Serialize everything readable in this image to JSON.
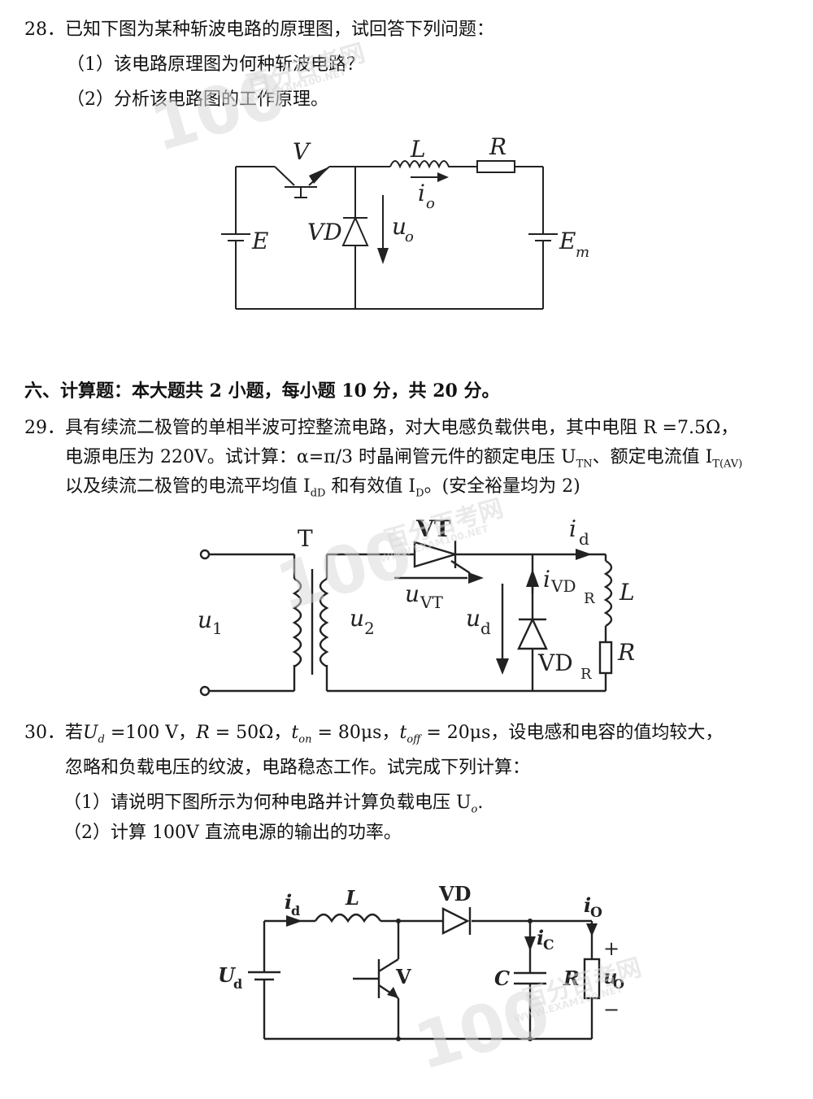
{
  "q28": {
    "stem": "28．已知下图为某种斩波电路的原理图，试回答下列问题：",
    "sub1": "（1）该电路原理图为何种斩波电路？",
    "sub2": "（2）分析该电路图的工作原理。",
    "labels": {
      "V": "V",
      "L": "L",
      "R": "R",
      "io": "i",
      "io_sub": "o",
      "VD": "VD",
      "uo": "u",
      "uo_sub": "o",
      "E": "E",
      "Em": "E",
      "Em_sub": "m"
    }
  },
  "section6": {
    "title": "六、计算题：本大题共 2 小题，每小题 10 分，共 20 分。"
  },
  "q29": {
    "line1": "29．具有续流二极管的单相半波可控整流电路，对大电感负载供电，其中电阻 R =7.5Ω，",
    "line2": "电源电压为 220V。试计算：α=π/3 时晶闸管元件的额定电压 U",
    "line2_sub1": "TN",
    "line2_mid": "、额定电流值 I",
    "line2_sub2": "T(AV)",
    "line3": "以及续流二极管的电流平均值 I",
    "line3_sub1": "dD",
    "line3_mid": " 和有效值 I",
    "line3_sub2": "D",
    "line3_end": "。(安全裕量均为 2)",
    "labels": {
      "T": "T",
      "VT": "VT",
      "id": "i",
      "id_sub": "d",
      "iVDR": "i",
      "iVDR_sub": "VD",
      "iVDR_subsub": "R",
      "L": "L",
      "u1": "u",
      "u1_sub": "1",
      "u2": "u",
      "u2_sub": "2",
      "uVT": "u",
      "uVT_sub": "VT",
      "ud": "u",
      "ud_sub": "d",
      "VDR": "VD",
      "VDR_sub": "R",
      "R": "R"
    }
  },
  "q30": {
    "stem_prefix": "30．若",
    "stem_ud": "U",
    "stem_ud_sub": "d",
    "stem_ud_val": " =100 V，",
    "stem_R": "R",
    "stem_R_val": " = 50Ω，",
    "stem_ton": "t",
    "stem_ton_sub": "on",
    "stem_ton_val": " = 80μs，",
    "stem_toff": "t",
    "stem_toff_sub": "off",
    "stem_toff_val": " = 20μs，设电感和电容的值均较大，",
    "line2": "忽略和负载电压的纹波，电路稳态工作。试完成下列计算：",
    "sub1": "（1）请说明下图所示为何种电路并计算负载电压 U",
    "sub1_sub": "o",
    "sub1_end": ".",
    "sub2": "（2）计算 100V 直流电源的输出的功率。",
    "labels": {
      "id": "i",
      "id_sub": "d",
      "L": "L",
      "VD": "VD",
      "io": "i",
      "io_sub": "O",
      "ic": "i",
      "ic_sub": "C",
      "Ud": "U",
      "Ud_sub": "d",
      "V": "V",
      "C": "C",
      "R": "R",
      "uo": "u",
      "uo_sub": "O",
      "plus": "+",
      "minus": "−"
    }
  },
  "watermark": {
    "logo": "100",
    "cn": "百分百考网",
    "url": "WWW.EXAM100.NET"
  }
}
